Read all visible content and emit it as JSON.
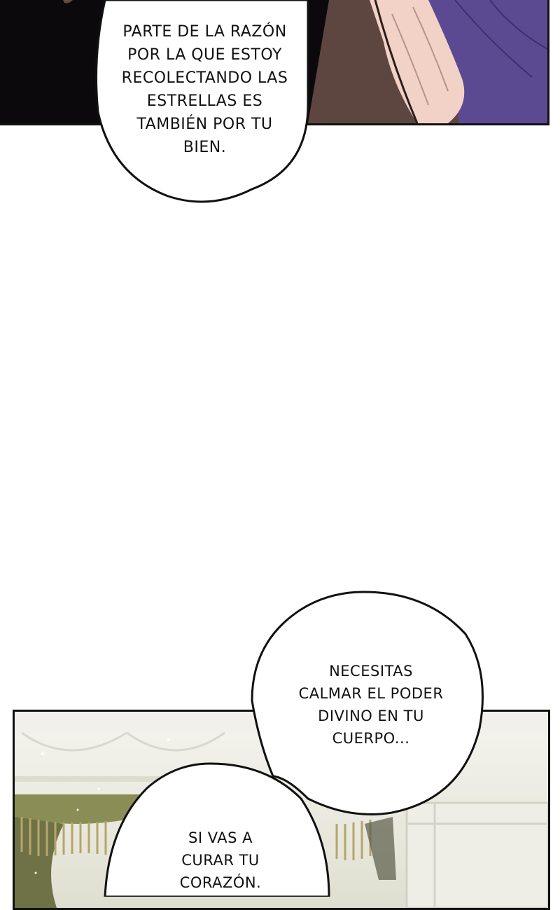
{
  "comic": {
    "bubbles": [
      {
        "lines": [
          "PARTE DE LA RAZÓN",
          "POR LA QUE ESTOY",
          "RECOLECTANDO LAS",
          "ESTRELLAS ES",
          "TAMBIÉN POR TU",
          "BIEN."
        ]
      },
      {
        "lines": [
          "NECESITAS",
          "CALMAR EL PODER",
          "DIVINO EN TU",
          "CUERPO..."
        ]
      },
      {
        "lines": [
          "SI VAS A",
          "CURAR TU",
          "CORAZÓN."
        ]
      }
    ],
    "colors": {
      "panel_dark": "#0b090c",
      "robe_purple": "#5b4a92",
      "skin": "#f2d2c6",
      "hair_brown": "#6a4a42",
      "room_cream": "#ecebe2",
      "curtain_olive": "#8a8d56"
    }
  }
}
